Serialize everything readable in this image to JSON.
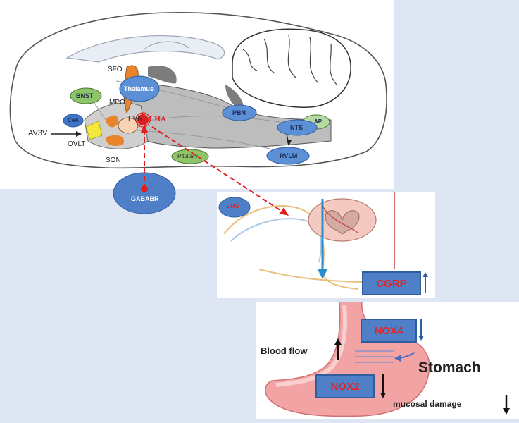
{
  "brain_regions": {
    "sfo": "SFO",
    "bnst": "BNST",
    "thalamus": "Thalamus",
    "mpo": "MPO",
    "cea": "CeA",
    "pvn": "PVN",
    "lha": "LHA",
    "av3v": "AV3V",
    "ovlt": "OVLT",
    "son": "SON",
    "pituitary": "Pituitary",
    "pbn": "PBN",
    "ap": "AP",
    "nts": "NTS",
    "rvlm": "RVLM"
  },
  "receptor": {
    "gababr": "GABABR"
  },
  "spinal": {
    "drg": "DRG",
    "cgrp": "CGRP"
  },
  "stomach": {
    "nox4": "NOX4",
    "nox2": "NOX2",
    "blood_flow": "Blood flow",
    "stomach_label": "Stomach",
    "mucosal_damage": "mucosal damage"
  },
  "colors": {
    "arrow_red": "#e02020",
    "node_blue": "#5b8fd6",
    "node_green": "#8fc46a",
    "node_orange": "#e8852c",
    "box_blue": "#4f7fc7",
    "label_red": "#e32424"
  }
}
